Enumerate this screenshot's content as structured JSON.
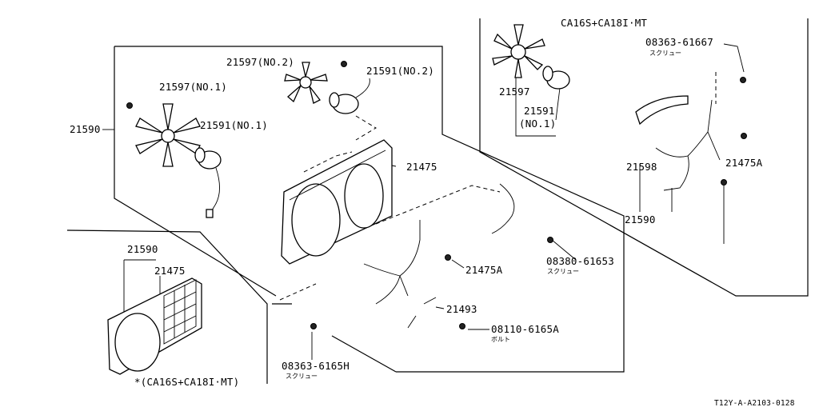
{
  "labels": {
    "ca16s_ca18i_mt": "CA16S+CA18I·MT",
    "p08363_61667": "08363-61667",
    "screw_kana_1": "スクリュー",
    "p21597_no2": "21597(NO.2)",
    "p21591_no2": "21591(NO.2)",
    "p21597_no1": "21597(NO.1)",
    "p21590_left": "21590",
    "p21591_no1": "21591(NO.1)",
    "p21597_right": "21597",
    "p21591_right": "21591",
    "no1_right": "(NO.1)",
    "p21475": "21475",
    "p21598": "21598",
    "p21475a_right": "21475A",
    "p21590_right": "21590",
    "p08380_61653": "08380-61653",
    "screw_kana_2": "スクリュー",
    "p21475a_mid": "21475A",
    "p21590_inset": "21590",
    "p21475_inset": "21475",
    "p21493": "21493",
    "p08110_6165a": "08110-6165A",
    "bolt_kana": "ボルト",
    "p08363_6165h": "08363-6165H",
    "screw_kana_3": "スクリュー",
    "inset_caption": "*(CA16S+CA18I·MT)",
    "figure_id": "T12Y-A-A2103-0128"
  }
}
